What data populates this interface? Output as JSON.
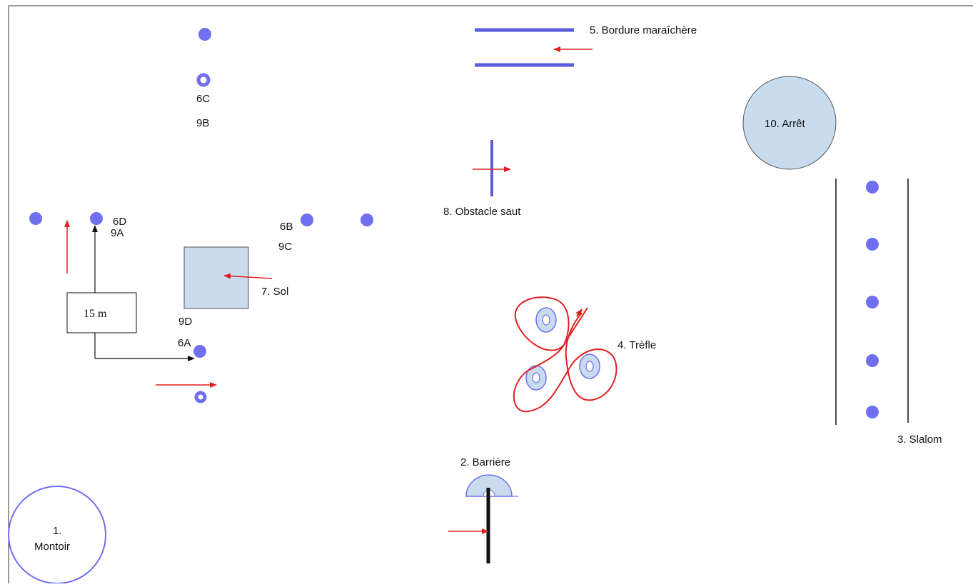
{
  "colors": {
    "cone": "#6f6ff0",
    "cone_stroke": "#5b5bdd",
    "light_fill": "#c9dcef",
    "red": "#e02020",
    "black": "#111111",
    "border": "#333333"
  },
  "labels": {
    "montoir": "1.",
    "montoir_line2": "Montoir",
    "barriere": "2. Barrière",
    "slalom": "3. Slalom",
    "trefle": "4. Trèfle",
    "bordure": "5. Bordure maraîchère",
    "sol": "7. Sol",
    "obstacle_saut": "8. Obstacle saut",
    "arret": "10. Arrêt",
    "l6c": "6C",
    "l9b": "9B",
    "l6d": "6D",
    "l9a": "9A",
    "l6b": "6B",
    "l9c": "9C",
    "l9d": "9D",
    "l6a": "6A",
    "distance": "15 m"
  },
  "icons": {
    "cone": "filled-cone-dot",
    "ring_cone": "ring-cone",
    "arrow": "red-arrow"
  }
}
